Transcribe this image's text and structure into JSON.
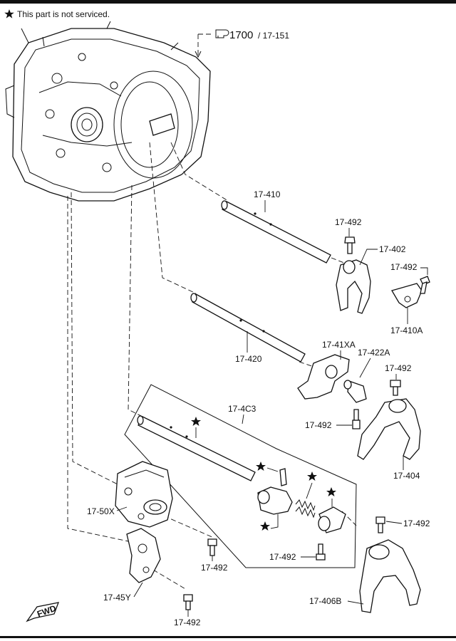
{
  "note": {
    "text": "This part is not serviced."
  },
  "reference": {
    "main": "1700",
    "sub": "/ 17-151"
  },
  "labels": {
    "p17_410": "17-410",
    "p17_492_a": "17-492",
    "p17_402": "17-402",
    "p17_492_b": "17-492",
    "p17_410A": "17-410A",
    "p17_420": "17-420",
    "p17_41XA": "17-41XA",
    "p17_422A": "17-422A",
    "p17_492_c": "17-492",
    "p17_492_d": "17-492",
    "p17_404": "17-404",
    "p17_4C3": "17-4C3",
    "p17_50X": "17-50X",
    "p17_492_e": "17-492",
    "p17_492_f": "17-492",
    "p17_492_g": "17-492",
    "p17_406B": "17-406B",
    "p17_45Y": "17-45Y",
    "p17_492_h": "17-492"
  },
  "fwd": {
    "text": "FWD"
  },
  "icons": {
    "star": "star-icon",
    "reference": "pointing-hand-icon"
  }
}
